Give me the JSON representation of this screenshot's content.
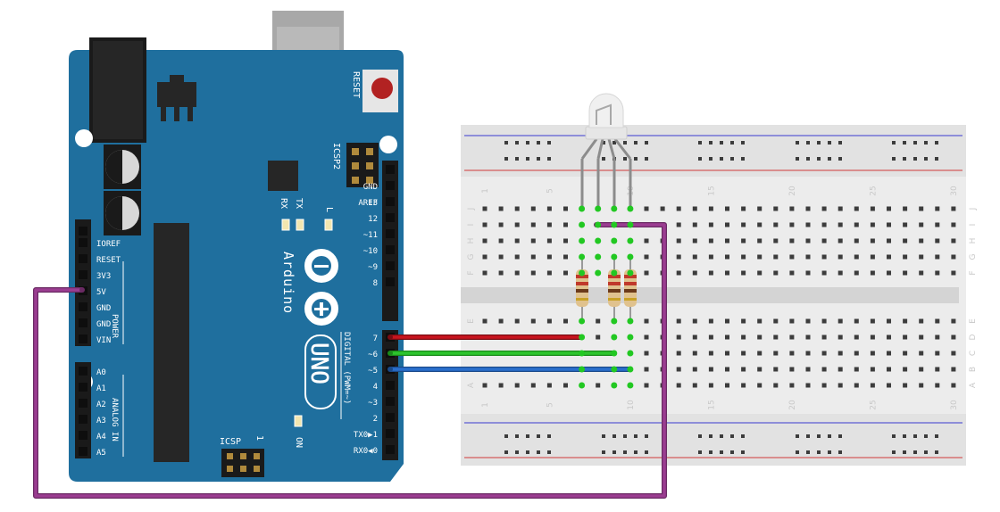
{
  "arduino": {
    "brand": "Arduino",
    "model": "UNO",
    "reset_label": "RESET",
    "icsp2_label": "ICSP2",
    "icsp_label": "ICSP",
    "icsp_pin1": "1",
    "tx_label": "TX",
    "rx_label": "RX",
    "l_label": "L",
    "on_label": "ON",
    "power_label": "POWER",
    "analog_label": "ANALOG IN",
    "digital_label": "DIGITAL (PWM=~)",
    "power_pins": [
      "IOREF",
      "RESET",
      "3V3",
      "5V",
      "GND",
      "GND",
      "VIN"
    ],
    "analog_pins": [
      "A0",
      "A1",
      "A2",
      "A3",
      "A4",
      "A5"
    ],
    "digital_pins_top": [
      "AREF",
      "GND",
      "13",
      "12",
      "~11",
      "~10",
      "~9",
      "8"
    ],
    "digital_pins_bottom": [
      "7",
      "~6",
      "~5",
      "4",
      "~3",
      "2",
      "TX0▶1",
      "RX0◀0"
    ],
    "board_color": "#1f6f9e",
    "logo_color": "#ffffff"
  },
  "breadboard": {
    "column_numbers": [
      "1",
      "5",
      "10",
      "15",
      "20",
      "25",
      "30"
    ],
    "rows_top": [
      "J",
      "I",
      "H",
      "G",
      "F"
    ],
    "rows_bottom": [
      "E",
      "D",
      "C",
      "B",
      "A"
    ]
  },
  "wires": {
    "power_color": "#9b3d91",
    "red_color": "#c8141e",
    "green_color": "#2dc52d",
    "blue_color": "#2a6fcc"
  }
}
